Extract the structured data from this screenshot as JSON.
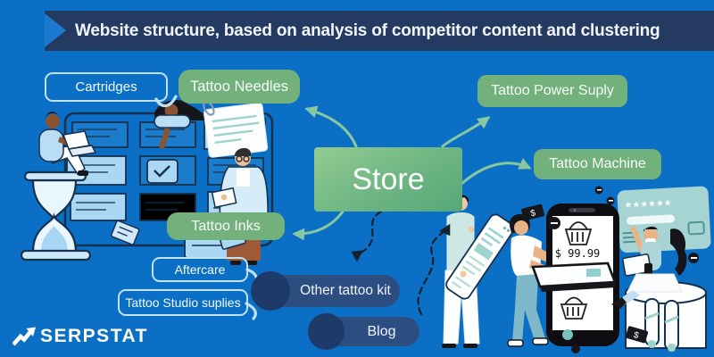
{
  "header": {
    "title": "Website structure, based on analysis of competitor content and clustering"
  },
  "diagram": {
    "store_label": "Store",
    "categories": [
      {
        "label": "Tattoo Needles"
      },
      {
        "label": "Tattoo Power Suply"
      },
      {
        "label": "Tattoo Machine"
      },
      {
        "label": "Tattoo Inks"
      }
    ],
    "subpages": [
      {
        "label": "Other tattoo kit"
      },
      {
        "label": "Blog"
      }
    ],
    "callouts": [
      {
        "label": "Cartridges"
      },
      {
        "label": "Aftercare"
      },
      {
        "label": "Tattoo Studio suplies"
      }
    ]
  },
  "illustration": {
    "phone_price": "$ 99.99",
    "card_number_mask": "******",
    "money_symbol": "$"
  },
  "logo": {
    "brand": "SERPSTAT"
  },
  "colors": {
    "background": "#0b70c5",
    "banner_navy": "#243a61",
    "banner_notch_blue": "#1b79cf",
    "store_green_light": "#93cc90",
    "store_green_dark": "#57a877",
    "category_green": "#72b17c",
    "pill_navy": "#2c4d80",
    "pill_circle_navy": "#1e3a68",
    "bubble_border": "#bfe2f4",
    "arrow_green": "#88c8a1",
    "arrow_black": "#14222e"
  }
}
